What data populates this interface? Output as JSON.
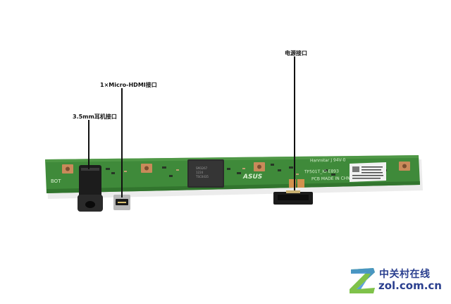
{
  "callouts": {
    "power_port": "电源接口",
    "hdmi_port": "1×Micro-HDMI接口",
    "audio_jack": "3.5mm耳机接口"
  },
  "board": {
    "silk_left": "BOT",
    "silk_brand": "ASUS",
    "silk_rev": "Hannstar J  94V-0",
    "silk_model": "TF501T_IO E893",
    "silk_pcb": "PCB MADE IN CHN",
    "chip_marking_1": "SM3267",
    "chip_marking_2": "1224",
    "chip_marking_3": "TSC0435"
  },
  "watermark": {
    "cn": "中关村在线",
    "en": "zol.com.cn"
  },
  "colors": {
    "pcb": "#3f8a3a",
    "pcb_dark": "#2f6f2c",
    "pad": "#c98a5a",
    "brand": "#2a3f8f"
  }
}
